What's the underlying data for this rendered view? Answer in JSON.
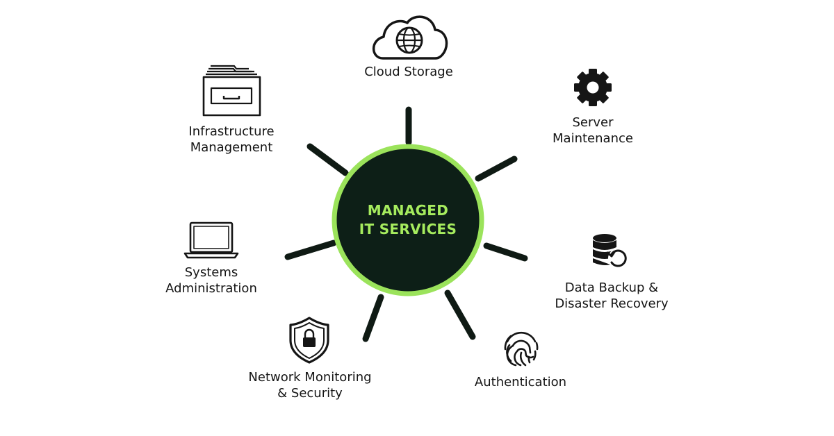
{
  "hub": {
    "line1": "MANAGED",
    "line2": "IT SERVICES"
  },
  "nodes": {
    "cloud_storage": {
      "line1": "Cloud Storage",
      "icon": "cloud-globe-icon"
    },
    "server_maintenance": {
      "line1": "Server",
      "line2": "Maintenance",
      "icon": "gear-icon"
    },
    "data_backup": {
      "line1": "Data Backup &",
      "line2": "Disaster Recovery",
      "icon": "database-backup-icon"
    },
    "authentication": {
      "line1": "Authentication",
      "icon": "fingerprint-icon"
    },
    "network_security": {
      "line1": "Network Monitoring",
      "line2": "& Security",
      "icon": "shield-lock-icon"
    },
    "systems_administration": {
      "line1": "Systems",
      "line2": "Administration",
      "icon": "laptop-icon"
    },
    "infrastructure_management": {
      "line1": "Infrastructure",
      "line2": "Management",
      "icon": "file-cabinet-icon"
    }
  },
  "colors": {
    "hub_fill": "#0d1f17",
    "hub_ring": "#9be35b",
    "hub_text": "#a6ec5e",
    "spoke": "#0f1a14",
    "icon": "#151515"
  }
}
